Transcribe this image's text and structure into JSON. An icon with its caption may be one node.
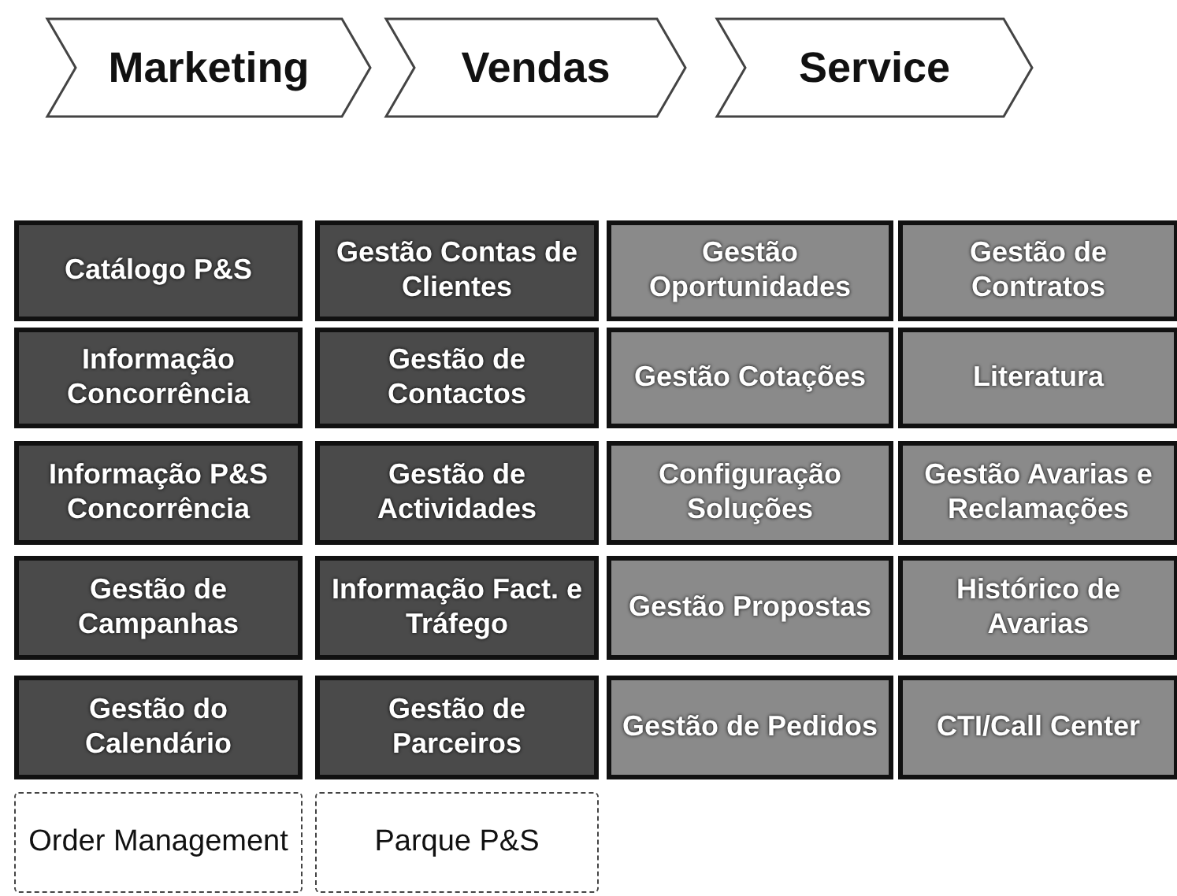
{
  "diagram": {
    "nodes": [
      {
        "text": [
          "Marketing"
        ]
      },
      {
        "text": [
          "Vendas"
        ]
      },
      {
        "text": [
          "Service"
        ]
      },
      {
        "text": [
          "Catálogo P&S"
        ]
      },
      {
        "text": [
          "Gestão Contas de Clientes"
        ]
      },
      {
        "text": [
          "Gestão Oportunidades"
        ]
      },
      {
        "text": [
          "Gestão de Contratos"
        ]
      },
      {
        "text": [
          "Informação Concorrência"
        ]
      },
      {
        "text": [
          "Gestão de Contactos"
        ]
      },
      {
        "text": [
          "Gestão Cotações"
        ]
      },
      {
        "text": [
          "Literatura"
        ]
      },
      {
        "text": [
          "Informação P&S Concorrência"
        ]
      },
      {
        "text": [
          "Gestão de Actividades"
        ]
      },
      {
        "text": [
          "Configuração Soluções"
        ]
      },
      {
        "text": [
          "Gestão Avarias e Reclamações"
        ]
      },
      {
        "text": [
          "Gestão de Campanhas"
        ]
      },
      {
        "text": [
          "Informação Fact. e Tráfego"
        ]
      },
      {
        "text": [
          "Gestão Propostas"
        ]
      },
      {
        "text": [
          "Histórico de Avarias"
        ]
      },
      {
        "text": [
          "Gestão do Calendário"
        ]
      },
      {
        "text": [
          "Gestão de Parceiros"
        ]
      },
      {
        "text": [
          "Gestão de Pedidos"
        ]
      },
      {
        "text": [
          "CTI/Call Center"
        ]
      },
      {
        "text": [
          "Order Management"
        ]
      },
      {
        "text": [
          "Parque P&S"
        ]
      }
    ],
    "edges": []
  }
}
